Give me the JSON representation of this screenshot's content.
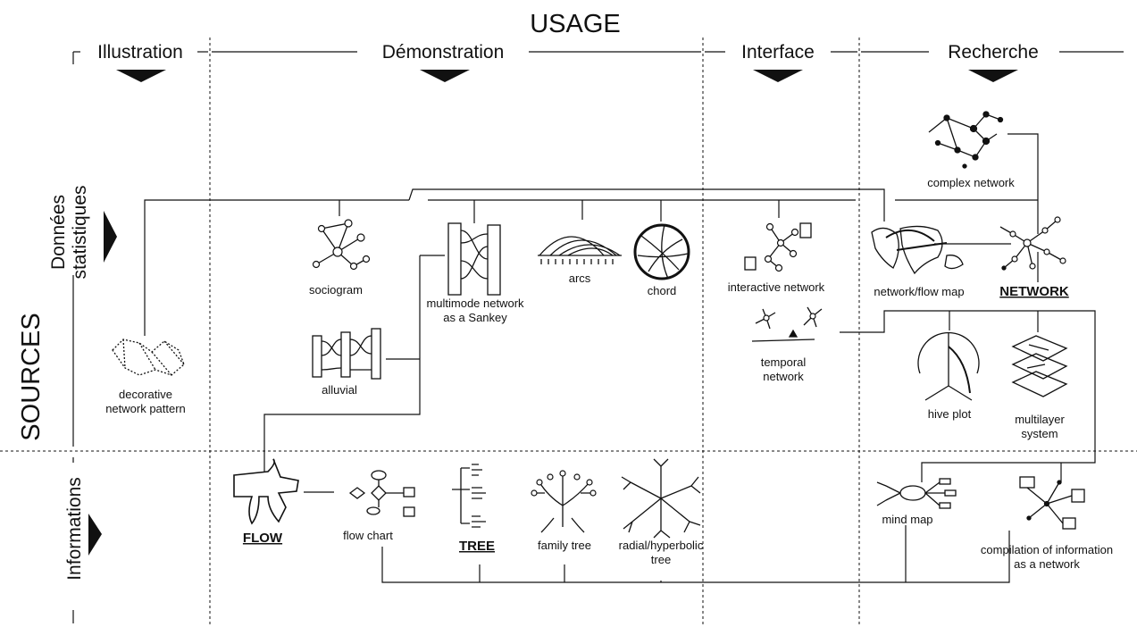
{
  "usage": {
    "title": "USAGE",
    "columns": [
      "Illustration",
      "Démonstration",
      "Interface",
      "Recherche"
    ]
  },
  "sources": {
    "title": "SOURCES",
    "rows": [
      {
        "line1": "Données",
        "line2": "statistiques"
      },
      {
        "line1": "Informations",
        "line2": ""
      }
    ]
  },
  "nodes": {
    "complex_network": "complex network",
    "sociogram": "sociogram",
    "sankey": [
      "multimode network",
      "as a Sankey"
    ],
    "arcs": "arcs",
    "chord": "chord",
    "interactive_network": "interactive network",
    "flow_map": "network/flow map",
    "network": "NETWORK",
    "temporal": [
      "temporal",
      "network"
    ],
    "decorative": [
      "decorative",
      "network pattern"
    ],
    "alluvial": "alluvial",
    "hive_plot": "hive plot",
    "multilayer": [
      "multilayer",
      "system"
    ],
    "flow": "FLOW",
    "flow_chart": "flow chart",
    "tree": "TREE",
    "family_tree": "family tree",
    "radial_tree": [
      "radial/hyperbolic",
      "tree"
    ],
    "mind_map": "mind map",
    "compilation": [
      "compilation of information",
      "as a network"
    ]
  }
}
